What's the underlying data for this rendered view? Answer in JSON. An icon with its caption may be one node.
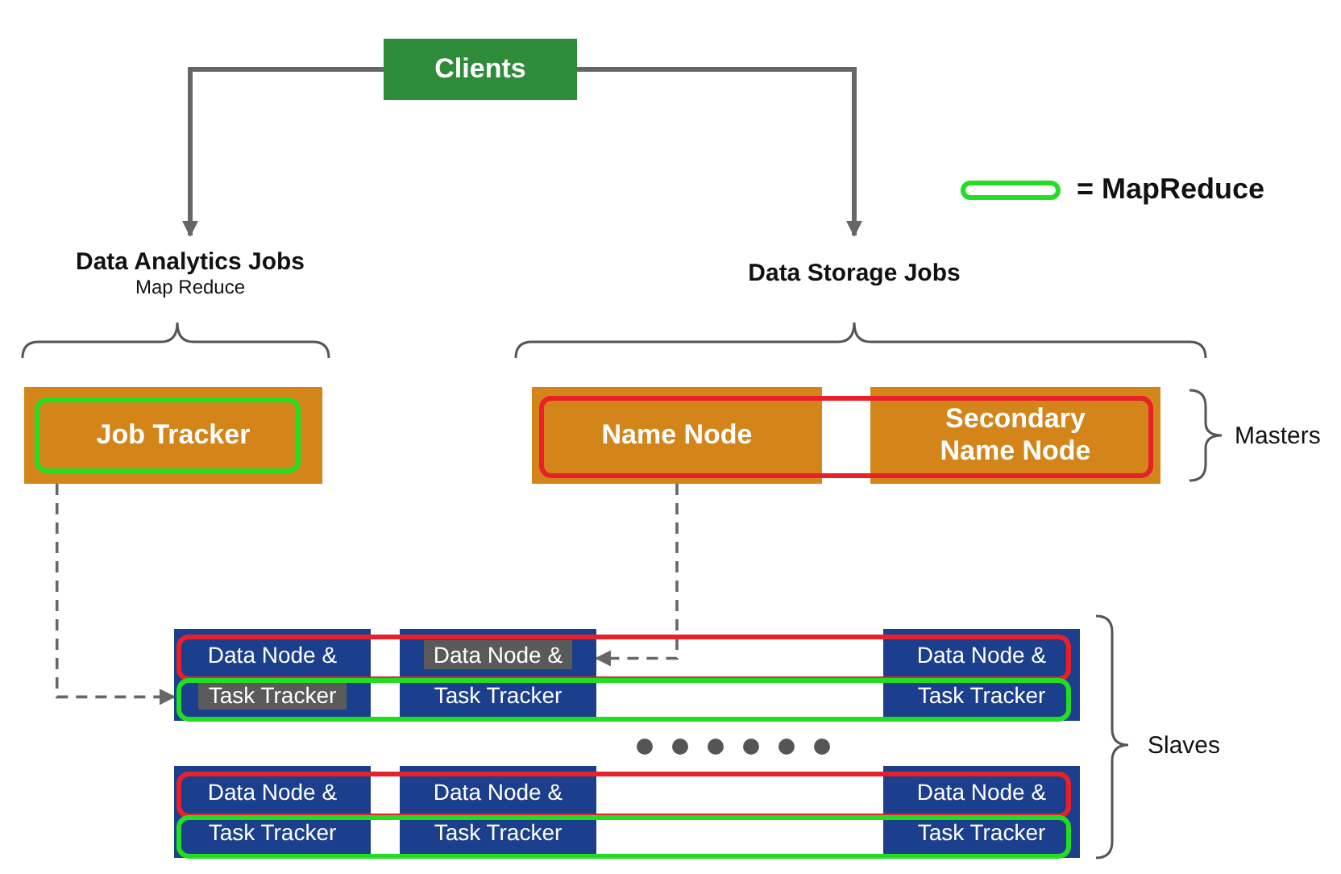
{
  "diagram": {
    "nodes": [
      {
        "text": [
          "Clients"
        ]
      },
      {
        "text": [
          "Data Analytics Jobs",
          "Map Reduce"
        ]
      },
      {
        "text": [
          "Data Storage Jobs"
        ]
      },
      {
        "text": [
          "Job Tracker"
        ]
      },
      {
        "text": [
          "Name Node"
        ]
      },
      {
        "text": [
          "Secondary Name Node"
        ]
      },
      {
        "text": [
          "Data Node &",
          "Task Tracker"
        ]
      },
      {
        "text": [
          "Data Node &",
          "Task Tracker"
        ]
      },
      {
        "text": [
          "Data Node &",
          "Task Tracker"
        ]
      },
      {
        "text": [
          "Data Node &",
          "Task Tracker"
        ]
      },
      {
        "text": [
          "Data Node &",
          "Task Tracker"
        ]
      },
      {
        "text": [
          "Data Node &",
          "Task Tracker"
        ]
      }
    ],
    "edges": [
      {
        "from": 0,
        "to": 1,
        "arrow": "to"
      },
      {
        "from": 0,
        "to": 2,
        "arrow": "to"
      },
      {
        "from": 3,
        "to": 6,
        "arrow": "to",
        "style": "dashed"
      },
      {
        "from": 4,
        "to": 7,
        "arrow": "to",
        "style": "dashed"
      }
    ],
    "labels": [
      "Masters",
      "Slaves"
    ],
    "legend": [
      {
        "text": "= MapReduce"
      }
    ]
  }
}
